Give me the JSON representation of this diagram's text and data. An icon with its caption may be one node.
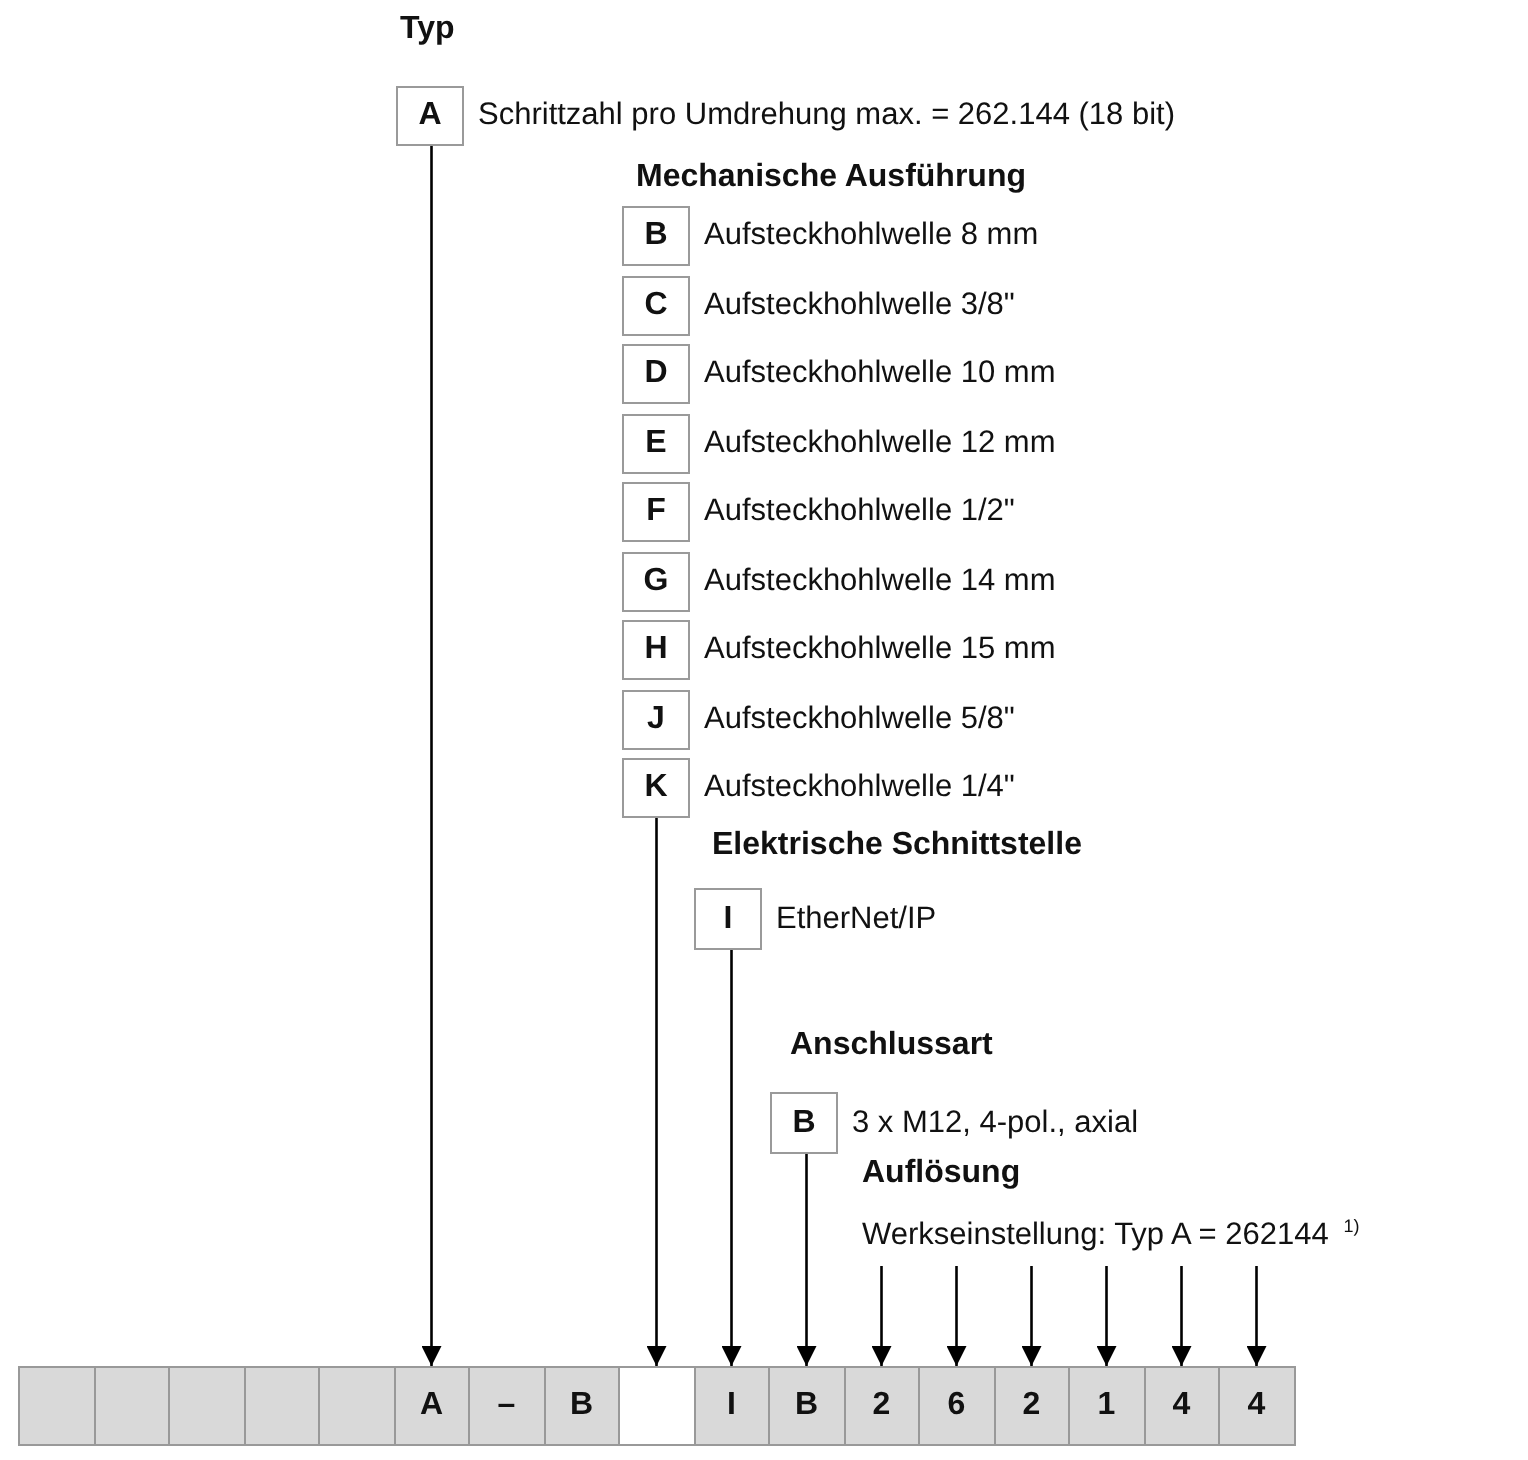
{
  "diagram": {
    "nodes": [
      {
        "text": [
          "A"
        ],
        "beside": [
          "Schrittzahl pro Umdrehung max. = 262.144 (18 bit)"
        ]
      },
      {
        "text": [
          "B"
        ],
        "beside": [
          "Aufsteckhohlwelle 8 mm"
        ]
      },
      {
        "text": [
          "C"
        ],
        "beside": [
          "Aufsteckhohlwelle 3/8\""
        ]
      },
      {
        "text": [
          "D"
        ],
        "beside": [
          "Aufsteckhohlwelle 10 mm"
        ]
      },
      {
        "text": [
          "E"
        ],
        "beside": [
          "Aufsteckhohlwelle 12 mm"
        ]
      },
      {
        "text": [
          "F"
        ],
        "beside": [
          "Aufsteckhohlwelle 1/2\""
        ]
      },
      {
        "text": [
          "G"
        ],
        "beside": [
          "Aufsteckhohlwelle 14 mm"
        ]
      },
      {
        "text": [
          "H"
        ],
        "beside": [
          "Aufsteckhohlwelle 15 mm"
        ]
      },
      {
        "text": [
          "J"
        ],
        "beside": [
          "Aufsteckhohlwelle 5/8\""
        ]
      },
      {
        "text": [
          "K"
        ],
        "beside": [
          "Aufsteckhohlwelle 1/4\""
        ]
      },
      {
        "text": [
          "I"
        ],
        "beside": [
          "EtherNet/IP"
        ]
      },
      {
        "text": [
          "B"
        ],
        "beside": [
          "3 x M12, 4-pol., axial"
        ]
      },
      {
        "text": [
          "Werkseinstellung: Typ A = 262144 $^{1)}$"
        ]
      },
      {
        "text": [],
        "shape": "box"
      },
      {
        "text": [],
        "shape": "box"
      },
      {
        "text": [],
        "shape": "box"
      },
      {
        "text": [],
        "shape": "box"
      },
      {
        "text": [],
        "shape": "box"
      },
      {
        "text": [
          "A"
        ]
      },
      {
        "text": [
          "–"
        ]
      },
      {
        "text": [
          "B"
        ]
      },
      {
        "text": [],
        "shape": "box"
      },
      {
        "text": [
          "I"
        ]
      },
      {
        "text": [
          "B"
        ]
      },
      {
        "text": [
          "2"
        ]
      },
      {
        "text": [
          "6"
        ]
      },
      {
        "text": [
          "2"
        ]
      },
      {
        "text": [
          "1"
        ]
      },
      {
        "text": [
          "4"
        ]
      },
      {
        "text": [
          "4"
        ]
      }
    ],
    "edges": [
      {
        "from": 0,
        "to": 18,
        "arrow": "to"
      },
      {
        "from": 9,
        "to": 21,
        "arrow": "to"
      },
      {
        "from": 10,
        "to": 22,
        "arrow": "to"
      },
      {
        "from": 11,
        "to": 23,
        "arrow": "to"
      },
      {
        "from": 12,
        "to": 24,
        "arrow": "to"
      },
      {
        "from": 12,
        "to": 25,
        "arrow": "to"
      },
      {
        "from": 12,
        "to": 26,
        "arrow": "to"
      },
      {
        "from": 12,
        "to": 27,
        "arrow": "to"
      },
      {
        "from": 12,
        "to": 28,
        "arrow": "to"
      },
      {
        "from": 12,
        "to": 29,
        "arrow": "to"
      }
    ],
    "labels": [
      "Typ",
      "Mechanische Ausführung",
      "Elektrische Schnittstelle",
      "Anschlussart",
      "Auflösung"
    ]
  }
}
